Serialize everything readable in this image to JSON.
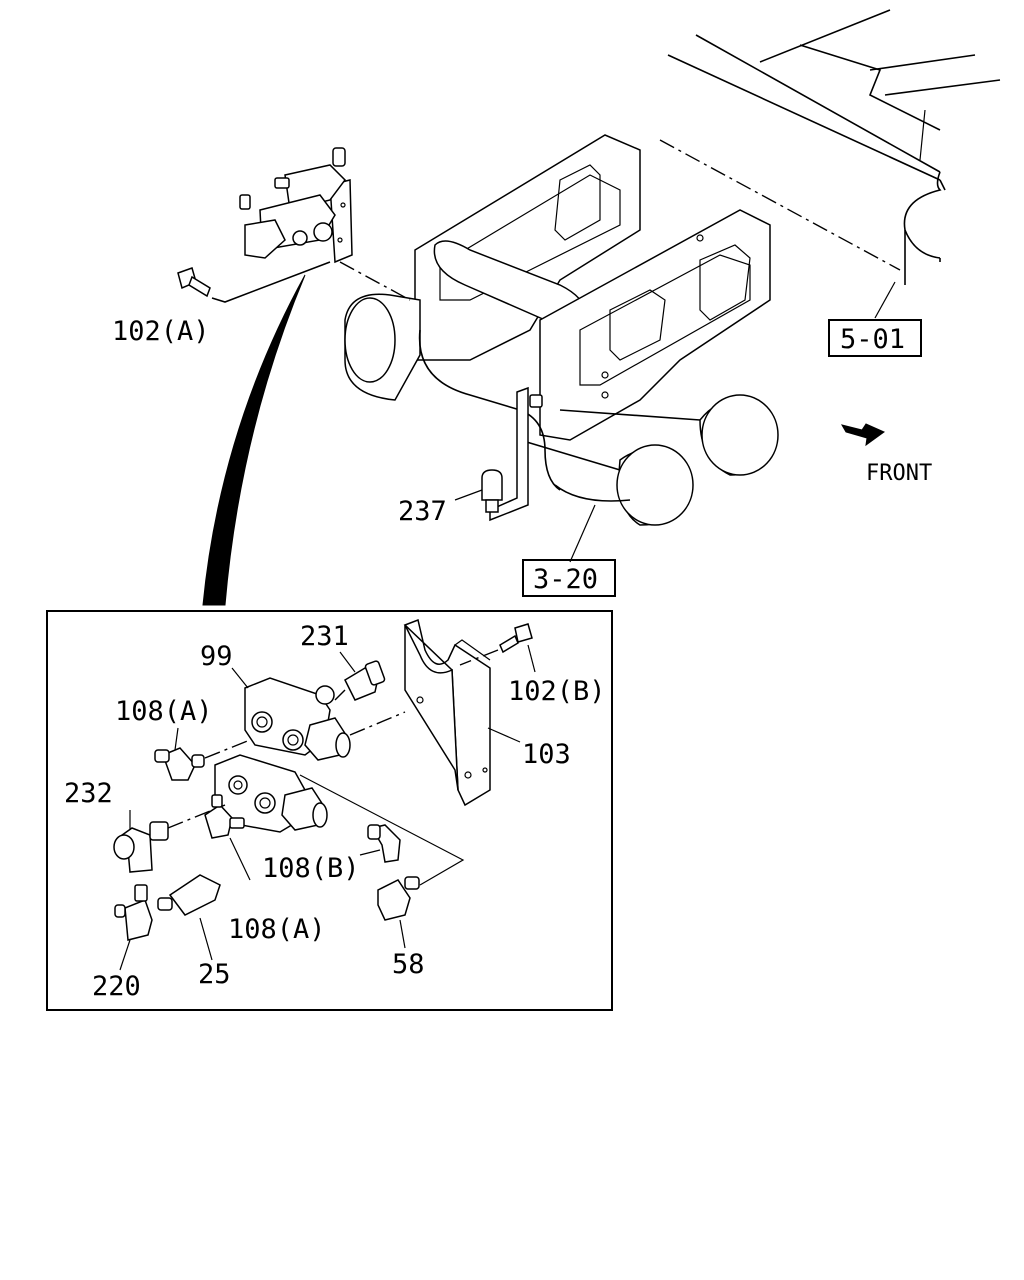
{
  "labels": {
    "l_102a_top": "102(A)",
    "l_237": "237",
    "l_99": "99",
    "l_231": "231",
    "l_102b": "102(B)",
    "l_108a_left": "108(A)",
    "l_103": "103",
    "l_232": "232",
    "l_108b": "108(B)",
    "l_108a_bottom": "108(A)",
    "l_58": "58",
    "l_220": "220",
    "l_25": "25"
  },
  "refs": {
    "r_501": "5-01",
    "r_320": "3-20"
  },
  "direction": {
    "front": "FRONT"
  },
  "icons": {
    "front_arrow": "arrow-down-right-icon"
  }
}
